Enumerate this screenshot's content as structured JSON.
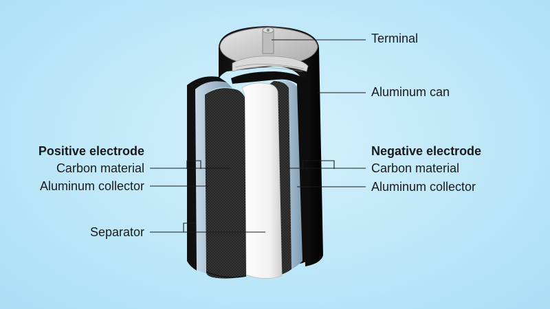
{
  "labels": {
    "terminal": "Terminal",
    "aluminum_can": "Aluminum can",
    "positive": {
      "heading": "Positive electrode",
      "carbon": "Carbon material",
      "collector": "Aluminum collector"
    },
    "negative": {
      "heading": "Negative electrode",
      "carbon": "Carbon material",
      "collector": "Aluminum collector"
    },
    "separator": "Separator"
  },
  "colors": {
    "background": "#bde7f8",
    "can": "#141414",
    "lid": "#c9c9c9",
    "carbon": "#2a2a2a",
    "collector": "#9fb8cc",
    "separator": "#f4f4f4",
    "leader_lines": "#1a1a1a"
  }
}
